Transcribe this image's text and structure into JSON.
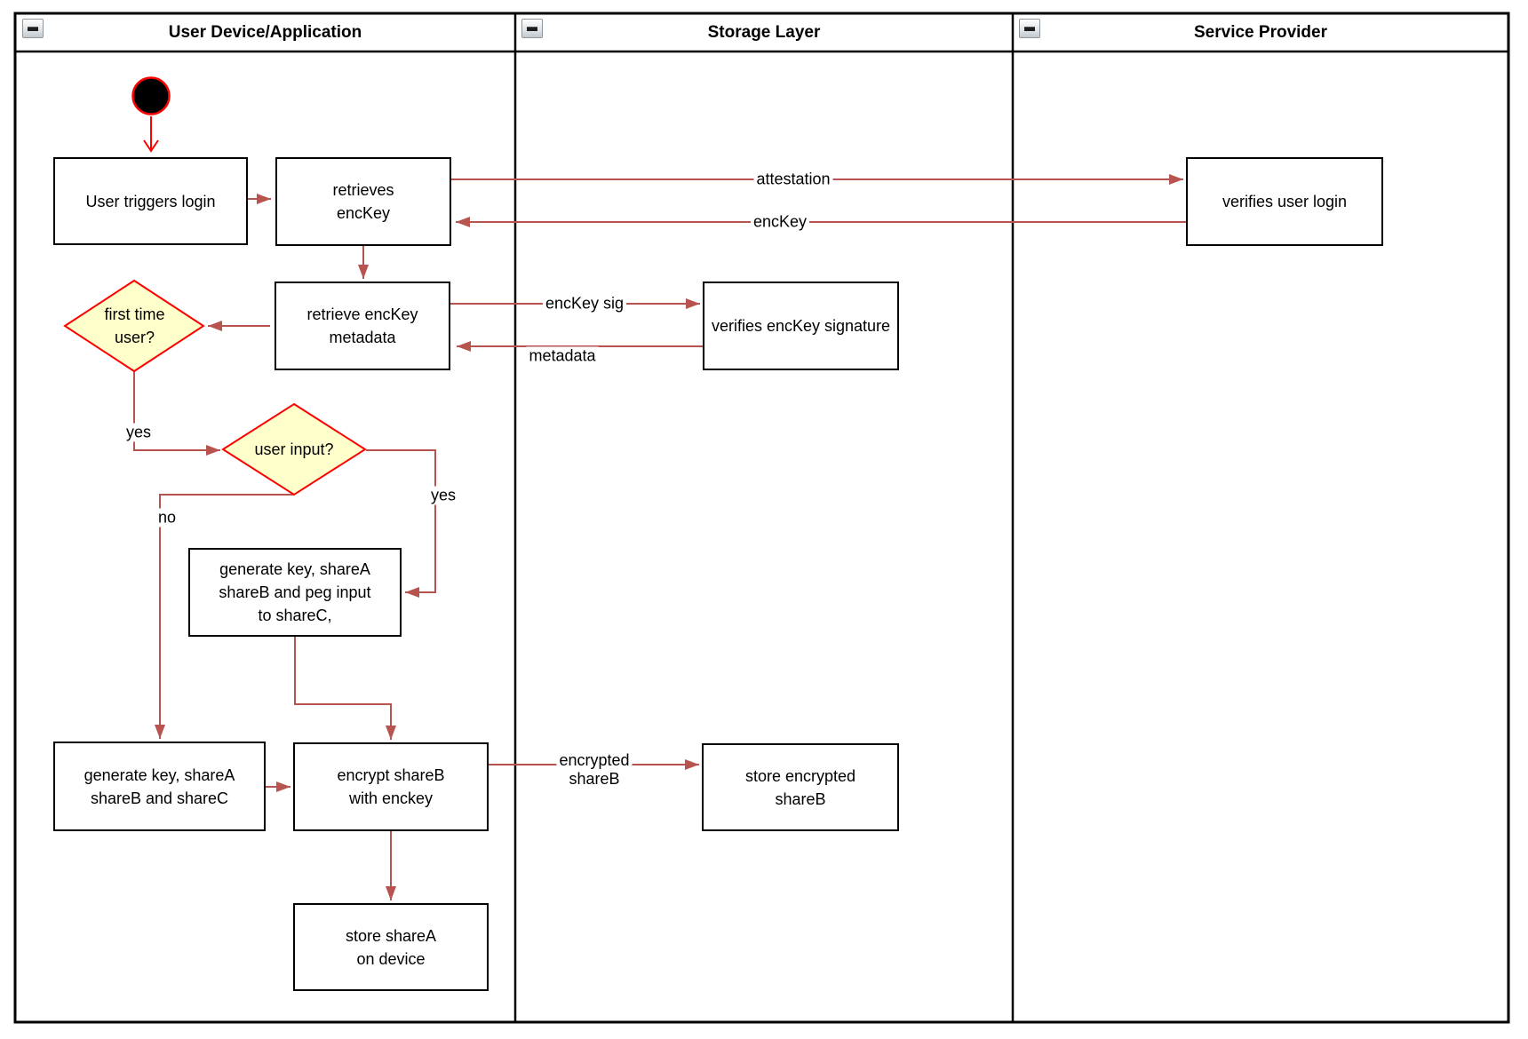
{
  "colors": {
    "edge_red_brown": "#B85450",
    "accent_red": "#FF0000",
    "diamond_fill": "#FFFFCC",
    "node_border": "#000000",
    "node_fill": "#FFFFFF"
  },
  "lanes": [
    {
      "label": "User Device/Application",
      "collapse_icon": "minus"
    },
    {
      "label": "Storage Layer",
      "collapse_icon": "minus"
    },
    {
      "label": "Service Provider",
      "collapse_icon": "minus"
    }
  ],
  "nodes": {
    "start": {
      "type": "initial-state"
    },
    "user_triggers_login": {
      "label": "User triggers login"
    },
    "retrieves_enckey": {
      "label": "retrieves\nencKey"
    },
    "verifies_user_login": {
      "label": "verifies user login"
    },
    "retrieve_enckey_metadata": {
      "label": "retrieve encKey\nmetadata"
    },
    "verifies_enckey_signature": {
      "label": "verifies encKey signature"
    },
    "first_time_user": {
      "label": "first time\nuser?"
    },
    "user_input": {
      "label": "user input?"
    },
    "generate_key_peg_input": {
      "label": "generate key, shareA\nshareB and peg input\nto shareC,"
    },
    "generate_key_sharec": {
      "label": "generate key, shareA\nshareB and shareC"
    },
    "encrypt_shareb": {
      "label": "encrypt shareB\nwith enckey"
    },
    "store_encrypted_shareb": {
      "label": "store encrypted\nshareB"
    },
    "store_sharea": {
      "label": "store shareA\non device"
    }
  },
  "edge_labels": {
    "attestation": "attestation",
    "enckey": "encKey",
    "enckey_sig": "encKey sig",
    "metadata": "metadata",
    "first_time_yes": "yes",
    "user_input_yes": "yes",
    "user_input_no": "no",
    "encrypted_shareb": "encrypted\nshareB"
  }
}
